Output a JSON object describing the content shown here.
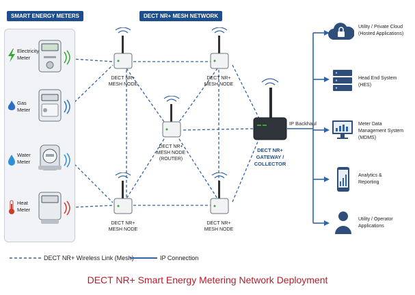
{
  "headers": {
    "meters": "SMART ENERGY METERS",
    "mesh": "DECT NR+ MESH NETWORK"
  },
  "meters": [
    {
      "line1": "Electricity",
      "line2": "Meter",
      "icon": "lightning-icon",
      "color": "#3aa635"
    },
    {
      "line1": "Gas",
      "line2": "Meter",
      "icon": "flame-icon",
      "color": "#2f6fc1"
    },
    {
      "line1": "Water",
      "line2": "Meter",
      "icon": "droplet-icon",
      "color": "#2f8fd8"
    },
    {
      "line1": "Heat",
      "line2": "Meter",
      "icon": "thermometer-icon",
      "color": "#d03a2b"
    }
  ],
  "nodes": {
    "top_left": {
      "line1": "DECT NR+",
      "line2": "MESH NODE"
    },
    "top_right": {
      "line1": "DECT NR+",
      "line2": "MESH NODE"
    },
    "router": {
      "line1": "DECT NR+",
      "line2": "MESH NODE",
      "line3": "(ROUTER)"
    },
    "bottom_left": {
      "line1": "DECT NR+",
      "line2": "MESH NODE"
    },
    "bottom_right": {
      "line1": "DECT NR+",
      "line2": "MESH NODE"
    }
  },
  "gateway": {
    "line1": "DECT NR+",
    "line2": "GATEWAY /",
    "line3": "COLLECTOR"
  },
  "ip_backhaul": "IP Backhaul",
  "services": [
    {
      "line1": "Utility / Private Cloud",
      "line2": "(Hosted Applications)",
      "icon": "cloud-lock-icon"
    },
    {
      "line1": "Head End System",
      "line2": "(HES)",
      "icon": "server-icon"
    },
    {
      "line1": "Meter Data",
      "line2": "Management System",
      "line3": "(MDMS)",
      "icon": "monitor-chart-icon"
    },
    {
      "line1": "Analytics &",
      "line2": "Reporting",
      "icon": "smartphone-chart-icon"
    },
    {
      "line1": "Utility / Operator",
      "line2": "Applications",
      "icon": "user-icon"
    }
  ],
  "legend": {
    "wireless": "DECT NR+ Wireless Link (Mesh)",
    "ip": "IP Connection"
  },
  "caption": "DECT NR+ Smart Energy Metering Network Deployment",
  "colors": {
    "brand": "#1f4e8c",
    "caption": "#b3202a",
    "mesh_line": "#2f64a8"
  }
}
